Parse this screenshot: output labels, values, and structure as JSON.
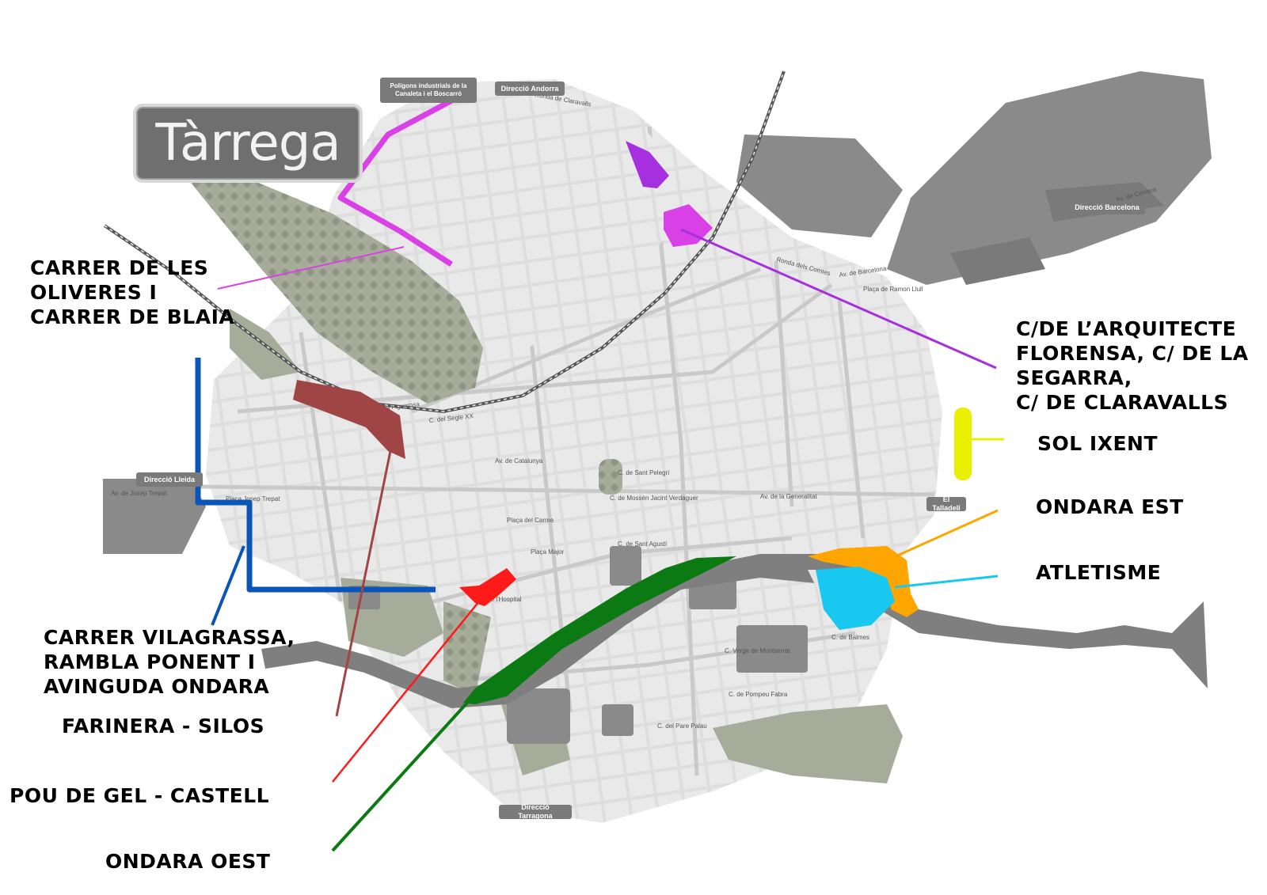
{
  "map": {
    "title": "Tàrrega",
    "colors": {
      "background": "#ffffff",
      "city": "#d5d5d5",
      "blocks": "#e6e6e6",
      "roads": "#c3c3c3",
      "green_areas": "#a7ac9a",
      "industrial": "#8a8a8a",
      "river": "#7f7f7f",
      "railway": "#555555",
      "magenta": "#d940e6",
      "purple": "#a62fe0",
      "blue": "#0a55b8",
      "farinera": "#a04545",
      "red": "#ff1a1a",
      "green": "#0b7a12",
      "yellow": "#e8f000",
      "orange": "#ffa500",
      "cyan": "#19c8f0"
    },
    "direction_signs": [
      {
        "id": "industrial",
        "text": "Polígons industrials de la Canaleta i el Boscarró"
      },
      {
        "id": "andorra",
        "text": "Direcció Andorra"
      },
      {
        "id": "barcelona",
        "text": "Direcció Barcelona"
      },
      {
        "id": "lleida",
        "text": "Direcció Lleida"
      },
      {
        "id": "tarragona",
        "text": "Direcció Tarragona"
      },
      {
        "id": "talladell",
        "text": "El Talladell"
      }
    ],
    "street_labels": [
      "Ronda dels Comtes",
      "Ronda de Claravalls",
      "Av. de Cervera",
      "Av. de Barcelona",
      "Plaça de Ramon Llull",
      "C. del Segle XX",
      "C. de la Figuerosa",
      "Av. de Catalunya",
      "Av. de la Generalitat",
      "C. de Sant Agustí",
      "Plaça Major",
      "C. de l'Hospital",
      "Plaça del Carme",
      "Plaça Josep Trepat",
      "C. Verge de Montserrat",
      "C. de Balmes",
      "C. del Pare Palau",
      "C. de Pompeu Fabra",
      "C. de Mossèn Jacint Verdaguer",
      "C. de Sant Pelegrí",
      "Av. de Josep Trepat"
    ],
    "areas": [
      {
        "id": "oliveres",
        "label": "CARRER DE LES\nOLIVERES I\nCARRER DE BLAIA",
        "color": "#d940e6"
      },
      {
        "id": "florensa",
        "label": "C/DE L’ARQUITECTE\nFLORENSA, C/ DE LA\nSEGARRA,\nC/ DE CLARAVALLS",
        "color": "#a62fe0"
      },
      {
        "id": "sol_ixent",
        "label": "SOL IXENT",
        "color": "#e8f000"
      },
      {
        "id": "ondara_est",
        "label": "ONDARA EST",
        "color": "#ffa500"
      },
      {
        "id": "atletisme",
        "label": "ATLETISME",
        "color": "#19c8f0"
      },
      {
        "id": "vilagrassa",
        "label": "CARRER VILAGRASSA,\nRAMBLA PONENT I\nAVINGUDA ONDARA",
        "color": "#0a55b8"
      },
      {
        "id": "farinera",
        "label": "FARINERA - SILOS",
        "color": "#a04545"
      },
      {
        "id": "pou",
        "label": "POU DE GEL - CASTELL",
        "color": "#ff1a1a"
      },
      {
        "id": "ondara_oest",
        "label": "ONDARA OEST",
        "color": "#0b7a12"
      }
    ]
  }
}
